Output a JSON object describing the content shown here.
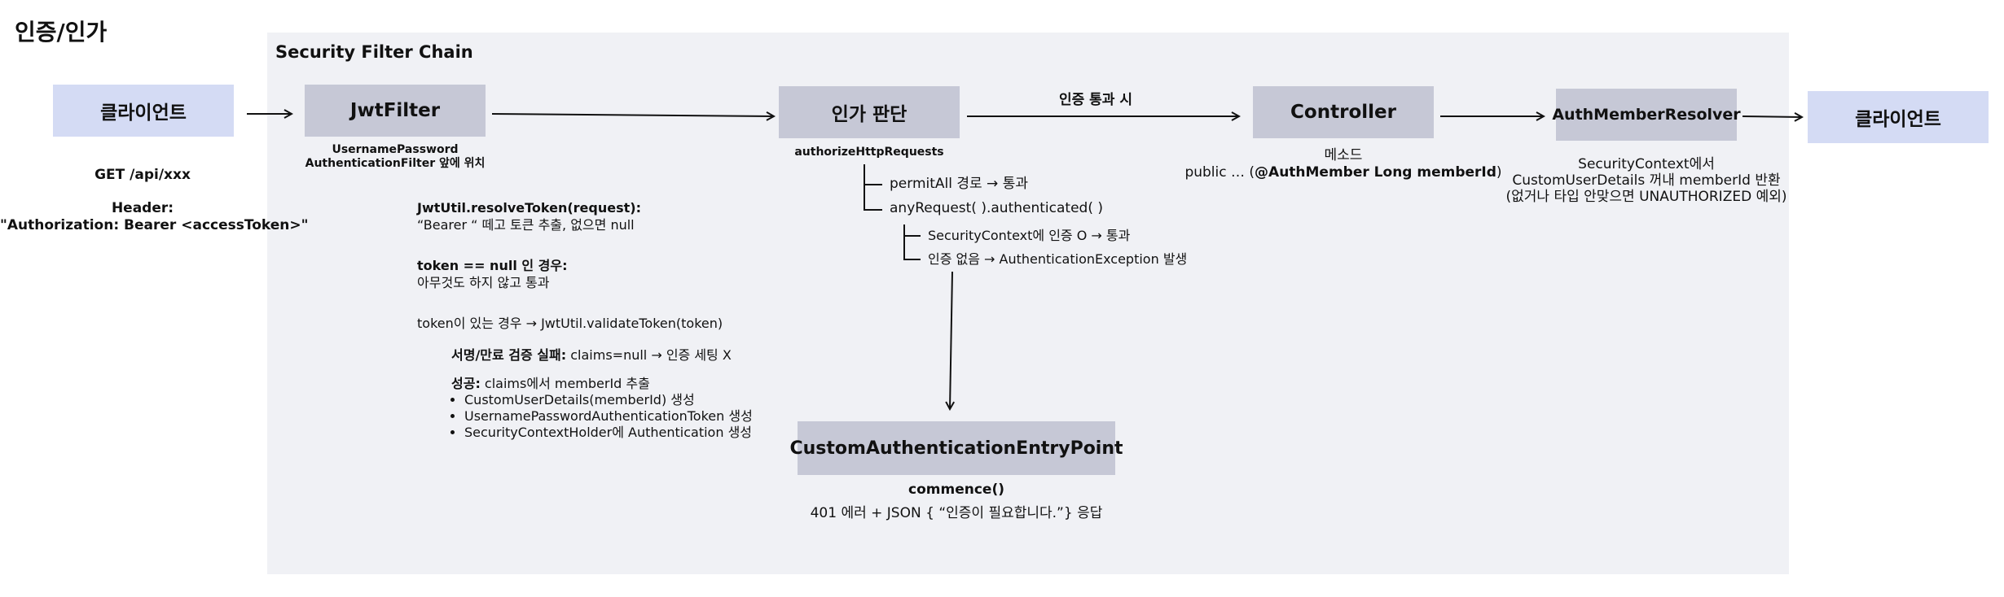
{
  "page_title": "인증/인가",
  "chain_title": "Security Filter Chain",
  "client_left": {
    "label": "클라이언트",
    "request_line": "GET /api/xxx",
    "header_label": "Header:",
    "header_value": "\"Authorization: Bearer <accessToken>\""
  },
  "jwt_filter": {
    "label": "JwtFilter",
    "caption_line1": "UsernamePassword",
    "caption_line2": "AuthenticationFilter 앞에 위치"
  },
  "authz": {
    "label": "인가 판단",
    "caption": "authorizeHttpRequests",
    "pass_label": "인증 통과 시",
    "permit_all": "permitAll 경로 → 통과",
    "any_request": "anyRequest( ).authenticated( )",
    "auth_ok": "SecurityContext에 인증 O → 통과",
    "auth_none": "인증 없음 → AuthenticationException 발생"
  },
  "controller": {
    "label": "Controller",
    "caption_line1": "메소드",
    "caption_prefix": "public … (",
    "caption_bold": "@AuthMember Long memberId",
    "caption_suffix": ")"
  },
  "resolver": {
    "label": "AuthMemberResolver",
    "caption_line1": "SecurityContext에서",
    "caption_line2": "CustomUserDetails 꺼내 memberId 반환",
    "caption_line3": "(없거나 타입 안맞으면 UNAUTHORIZED 예외)"
  },
  "client_right": {
    "label": "클라이언트"
  },
  "jwt_steps": {
    "resolve_title": "JwtUtil.resolveToken(request):",
    "resolve_desc": "“Bearer “ 떼고 토큰 추출, 없으면 null",
    "null_title": "token == null 인 경우:",
    "null_desc": "아무것도 하지 않고 통과",
    "exists_title": "token이 있는 경우 → JwtUtil.validateToken(token)",
    "fail_title": "서명/만료 검증 실패:",
    "fail_desc": " claims=null → 인증 세팅 X",
    "success_title": "성공:",
    "success_desc": " claims에서 memberId 추출",
    "success_items": [
      "CustomUserDetails(memberId) 생성",
      "UsernamePasswordAuthenticationToken 생성",
      "SecurityContextHolder에 Authentication 생성"
    ]
  },
  "entry_point": {
    "label": "CustomAuthenticationEntryPoint",
    "method": "commence()",
    "response": "401 에러 + JSON { “인증이 필요합니다.”} 응답"
  }
}
